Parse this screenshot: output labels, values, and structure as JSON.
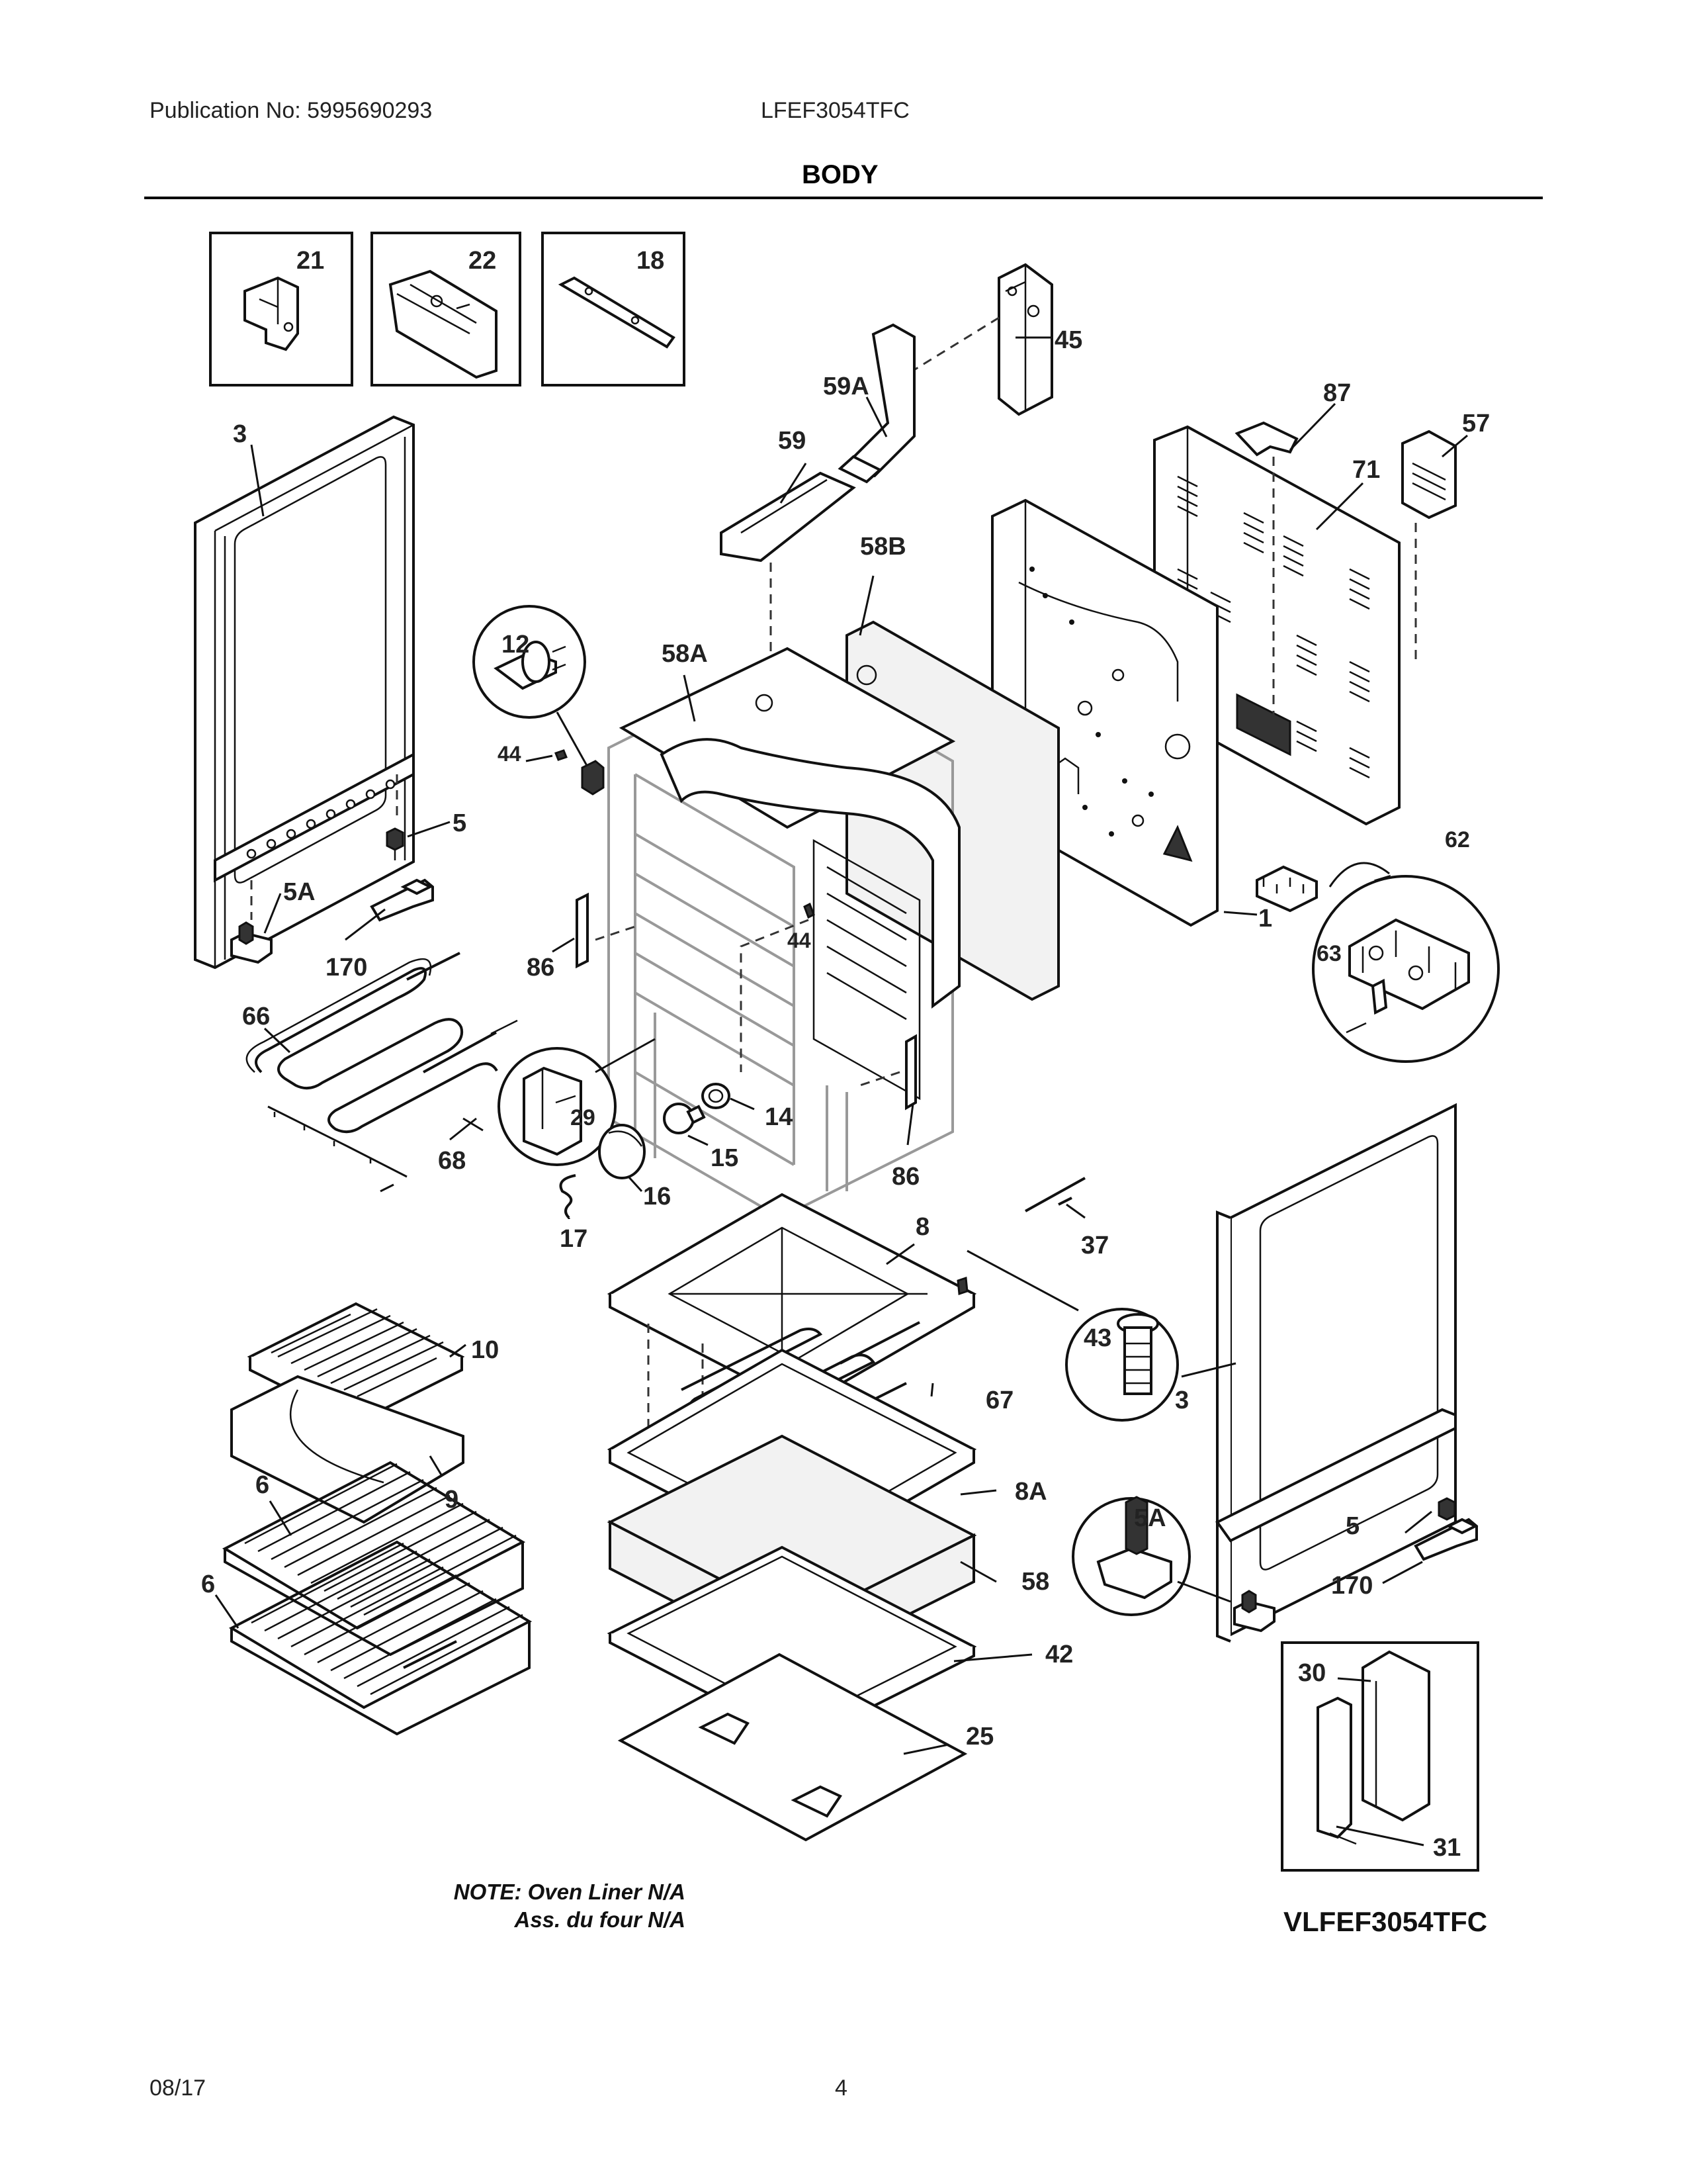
{
  "header": {
    "publication": "Publication No: 5995690293",
    "model": "LFEF3054TFC",
    "section_title": "BODY"
  },
  "callouts": {
    "c21": "21",
    "c22": "22",
    "c18": "18",
    "c45": "45",
    "c59a": "59A",
    "c87": "87",
    "c57": "57",
    "c3a": "3",
    "c59": "59",
    "c71": "71",
    "c58b": "58B",
    "c12": "12",
    "c58a": "58A",
    "c44a": "44",
    "c5a": "5",
    "c5aa": "5A",
    "c62": "62",
    "c63": "63",
    "c1": "1",
    "c44b": "44",
    "c170a": "170",
    "c86a": "86",
    "c66": "66",
    "c29": "29",
    "c14": "14",
    "c15": "15",
    "c68": "68",
    "c86b": "86",
    "c16": "16",
    "c17": "17",
    "c8": "8",
    "c37": "37",
    "c10": "10",
    "c43": "43",
    "c67": "67",
    "c3b": "3",
    "c9": "9",
    "c6a": "6",
    "c8a": "8A",
    "c5ab": "5A",
    "c5b": "5",
    "c6b": "6",
    "c58": "58",
    "c170b": "170",
    "c42": "42",
    "c30": "30",
    "c25": "25",
    "c31": "31"
  },
  "notes": {
    "line1": "NOTE: Oven Liner N/A",
    "line2": "Ass. du four N/A"
  },
  "diagram_code": "VLFEF3054TFC",
  "footer": {
    "date": "08/17",
    "page": "4"
  }
}
